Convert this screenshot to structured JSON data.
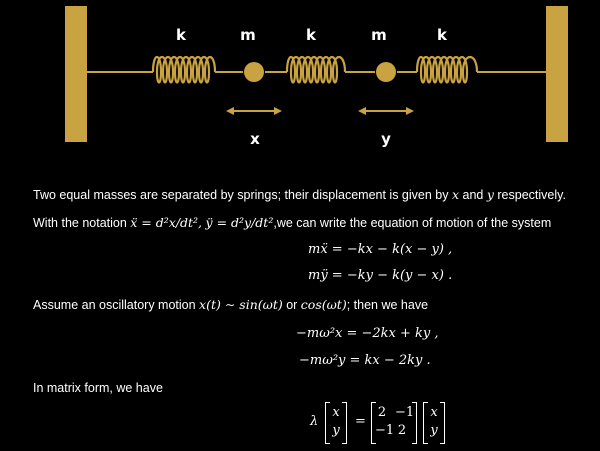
{
  "diagram": {
    "spring_label": "k",
    "mass_label": "m",
    "disp_x": "x",
    "disp_y": "y",
    "colors": {
      "gold": "#c9a241",
      "background": "#000000",
      "text": "#ffffff"
    }
  },
  "text": {
    "p1_a": "Two equal masses are separated by springs; their displacement is given by ",
    "p1_x": "x",
    "p1_and": " and ",
    "p1_y": "y",
    "p1_b": " respectively.",
    "p2_a": "With the notation ",
    "p2_b": ",we can write the equation of motion of the system",
    "p3_a": "Assume an oscillatory motion ",
    "p3_or": " or ",
    "p3_b": "; then we have",
    "p4": "In matrix form, we have"
  },
  "math": {
    "notation_x": "ẍ = d²x/dt²,",
    "notation_y": "ÿ = d²y/dt²",
    "eq1": "mẍ = −kx − k(x − y) ,",
    "eq2": "mÿ = −ky − k(y − x) .",
    "osc_a": "x(t) ∼ sin(ωt)",
    "osc_b": "cos(ωt)",
    "eq3": "−mω²x = −2kx + ky ,",
    "eq4": "−mω²y = kx − 2ky .",
    "lambda": "λ",
    "equals": "=",
    "vec_left": [
      "x",
      "y"
    ],
    "matrix": [
      [
        "2",
        "−1"
      ],
      [
        "−1",
        "2"
      ]
    ],
    "vec_right": [
      "x",
      "y"
    ]
  }
}
